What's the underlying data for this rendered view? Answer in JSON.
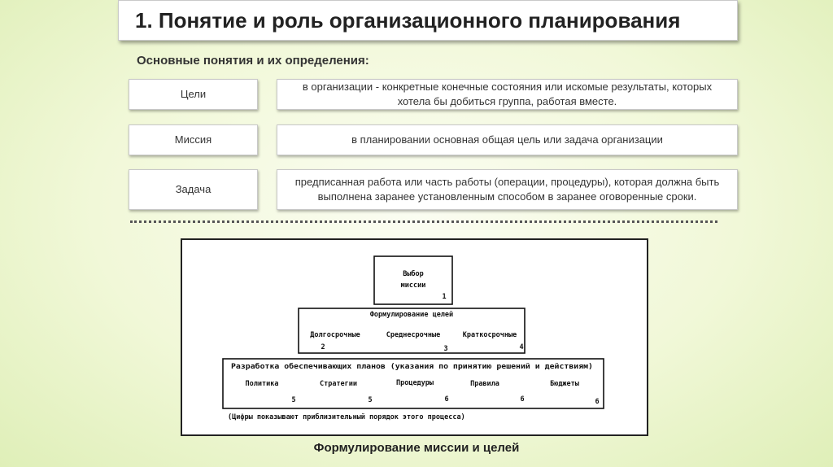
{
  "title": "1. Понятие и роль организационного планирования",
  "subtitle": "Основные понятия и их определения:",
  "definitions": [
    {
      "term": "Цели",
      "definition": "в организации - конкретные конечные состояния или искомые результаты, которых хотела бы добиться группа, работая вместе."
    },
    {
      "term": "Миссия",
      "definition": "в планировании основная общая цель или задача организации"
    },
    {
      "term": "Задача",
      "definition": "предписанная работа или часть работы (операции, процедуры), которая должна быть выполнена заранее установленным способом в заранее оговоренные сроки."
    }
  ],
  "diagram": {
    "top": {
      "label_line1": "Выбор",
      "label_line2": "миссии",
      "number": "1"
    },
    "middle": {
      "header": "Формулирование целей",
      "items": [
        {
          "label": "Долгосрочные",
          "number": "2"
        },
        {
          "label": "Среднесрочные",
          "number": "3"
        },
        {
          "label": "Краткосрочные",
          "number": "4"
        }
      ]
    },
    "bottom": {
      "header": "Разработка обеспечивающих планов (указания по принятию решений и действиям)",
      "items": [
        {
          "label": "Политика",
          "number": "5"
        },
        {
          "label": "Стратегии",
          "number": "5"
        },
        {
          "label": "Процедуры",
          "number": "6"
        },
        {
          "label": "Правила",
          "number": "6"
        },
        {
          "label": "Бюджеты",
          "number": "6"
        }
      ]
    },
    "footnote": "(Цифры показывают приблизительный порядок этого процесса)"
  },
  "caption": "Формулирование миссии и целей"
}
